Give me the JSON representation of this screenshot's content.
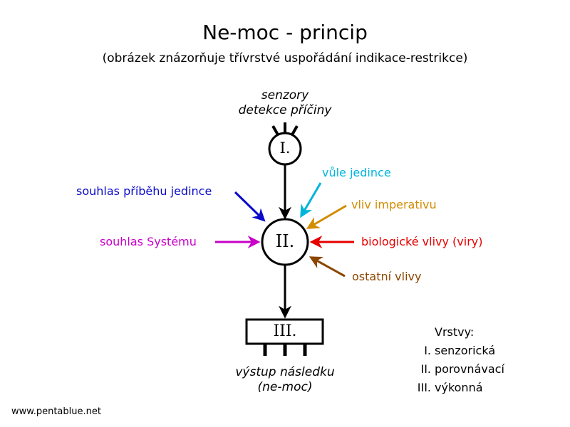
{
  "title": "Ne-moc - princip",
  "subtitle": "(obrázek znázorňuje třívrstvé uspořádání indikace-restrikce)",
  "sensors_label": [
    "senzory",
    "detekce příčiny"
  ],
  "output_label": [
    "výstup následku",
    "(ne-moc)"
  ],
  "nodes": {
    "layer1": "I.",
    "layer2": "II.",
    "layer3": "III."
  },
  "influences": {
    "story_consent": {
      "text": "souhlas příběhu jedince",
      "color": "#0a0ac8"
    },
    "system_consent": {
      "text": "souhlas Systému",
      "color": "#c800c8"
    },
    "will": {
      "text": "vůle jedince",
      "color": "#00b4dc"
    },
    "imperative": {
      "text": "vliv imperativu",
      "color": "#d28c00"
    },
    "biological": {
      "text": "biologické vlivy (viry)",
      "color": "#e60000"
    },
    "other": {
      "text": "ostatní vlivy",
      "color": "#8c4600"
    }
  },
  "legend": {
    "title": "Vrstvy:",
    "items": [
      {
        "num": "I.",
        "name": "senzorická"
      },
      {
        "num": "II.",
        "name": "porovnávací"
      },
      {
        "num": "III.",
        "name": "výkonná"
      }
    ]
  },
  "footer": "www.pentablue.net"
}
